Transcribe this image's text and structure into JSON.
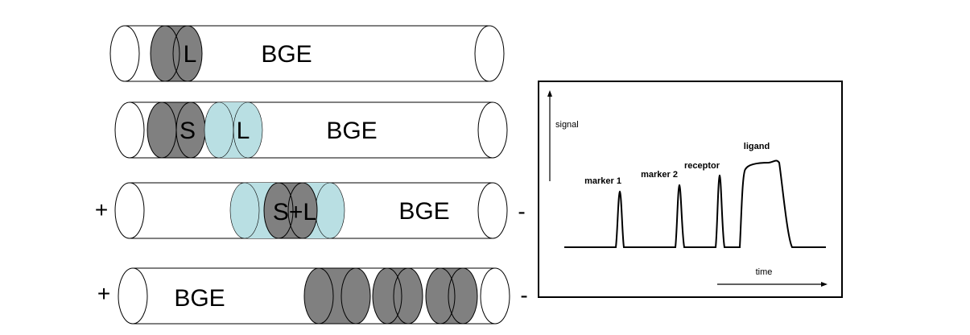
{
  "tubes": [
    {
      "label": "BGE",
      "zones": [
        {
          "label": "L",
          "color": "#808080"
        }
      ]
    },
    {
      "label": "BGE",
      "zones": [
        {
          "label": "S",
          "color": "#808080"
        },
        {
          "label": "L",
          "color": "#b9dfe3"
        }
      ]
    },
    {
      "label": "BGE",
      "left_sign": "+",
      "right_sign": "-",
      "zones": [
        {
          "label": "",
          "color": "#b9dfe3"
        },
        {
          "label": "S+L",
          "color": "#808080"
        }
      ]
    },
    {
      "label": "BGE",
      "left_sign": "+",
      "right_sign": "-",
      "zones": [
        {
          "label": "",
          "color": "#808080"
        },
        {
          "label": "",
          "color": "#808080"
        },
        {
          "label": "",
          "color": "#808080"
        }
      ]
    }
  ],
  "electropherogram": {
    "y_axis_label": "signal",
    "x_axis_label": "time",
    "peaks": [
      "marker 1",
      "marker 2",
      "receptor",
      "ligand"
    ]
  },
  "colors": {
    "analyte": "#808080",
    "ligand_zone": "#b9dfe3",
    "outline": "#000000"
  }
}
